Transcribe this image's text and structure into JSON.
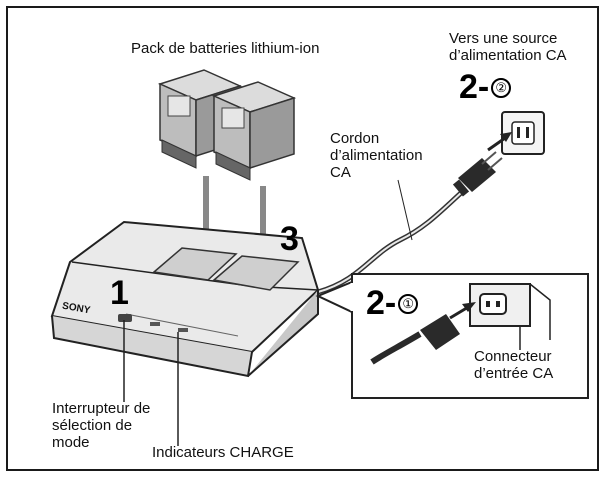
{
  "labels": {
    "battery_pack": "Pack de batteries lithium-ion",
    "source_line1": "Vers une source",
    "source_line2": "d’alimentation CA",
    "cord_line1": "Cordon",
    "cord_line2": "d’alimentation",
    "cord_line3": "CA",
    "connector_line1": "Connecteur",
    "connector_line2": "d’entrée CA",
    "switch_line1": "Interrupteur de",
    "switch_line2": "sélection de",
    "switch_line3": "mode",
    "charge_indicators": "Indicateurs CHARGE",
    "brand": "SONY"
  },
  "steps": {
    "step1": "1",
    "step3": "3",
    "step2_prefix": "2-",
    "step2_plug_circled": "②",
    "step2_connector_circled": "①"
  }
}
